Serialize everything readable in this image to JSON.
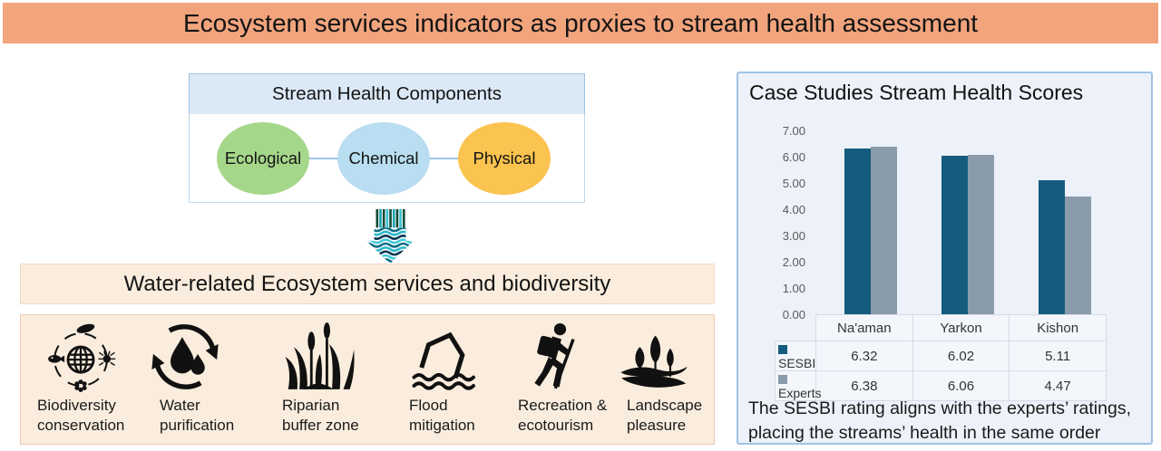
{
  "banner": {
    "title": "Ecosystem services indicators as proxies to stream health assessment",
    "background_color": "#F2A47D"
  },
  "components_box": {
    "title": "Stream Health Components",
    "items": [
      {
        "label": "Ecological",
        "color": "#A5D78A"
      },
      {
        "label": "Chemical",
        "color": "#B9DDF1"
      },
      {
        "label": "Physical",
        "color": "#FBC34F"
      }
    ]
  },
  "services_section": {
    "title": "Water-related Ecosystem services and biodiversity",
    "items": [
      {
        "icon": "biodiversity-conservation-icon",
        "line1": "Biodiversity",
        "line2": "conservation"
      },
      {
        "icon": "water-purification-icon",
        "line1": "Water",
        "line2": "purification"
      },
      {
        "icon": "riparian-buffer-zone-icon",
        "line1": "Riparian",
        "line2": "buffer zone"
      },
      {
        "icon": "flood-mitigation-icon",
        "line1": "Flood",
        "line2": "mitigation"
      },
      {
        "icon": "recreation-ecotourism-icon",
        "line1": "Recreation &",
        "line2": "ecotourism"
      },
      {
        "icon": "landscape-pleasure-icon",
        "line1": "Landscape",
        "line2": "pleasure"
      }
    ]
  },
  "case_studies": {
    "caption_line1": "The SESBI rating aligns with the experts’ ratings,",
    "caption_line2": "placing the streams’ health in the same order"
  },
  "chart_data": {
    "type": "bar",
    "title": "Case Studies Stream Health Scores",
    "categories": [
      "Na'aman",
      "Yarkon",
      "Kishon"
    ],
    "series": [
      {
        "name": "SESBI",
        "color": "#135C7E",
        "values": [
          6.32,
          6.02,
          5.11
        ]
      },
      {
        "name": "Experts",
        "color": "#8A9BAB",
        "values": [
          6.38,
          6.06,
          4.47
        ]
      }
    ],
    "ylim": [
      0,
      7
    ],
    "yticks": [
      "0.00",
      "1.00",
      "2.00",
      "3.00",
      "4.00",
      "5.00",
      "6.00",
      "7.00"
    ],
    "grid": false,
    "legend_position": "table-left"
  }
}
